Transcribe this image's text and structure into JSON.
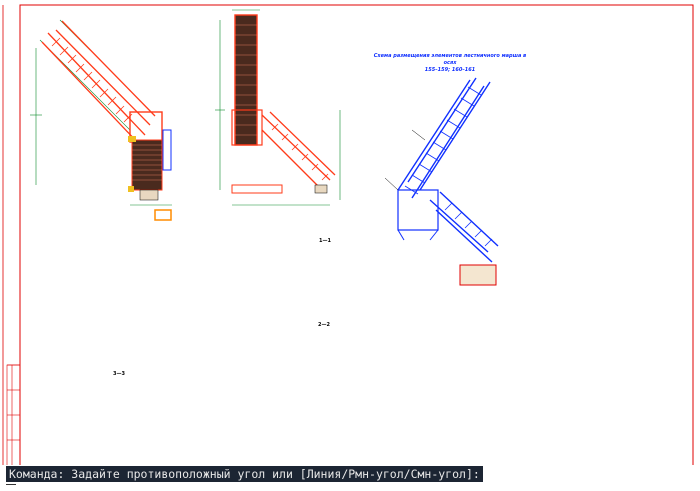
{
  "command_line": {
    "prompt": "Команда: Задайте противоположный угол или [Линия/Рмн-угол/Смн-угол]:"
  },
  "drawing": {
    "title_line1": "Схема размещения элементов лестничного марша в осях",
    "title_line2": "155–159; 160–161",
    "section_labels": [
      "1—1",
      "2—2",
      "3—3"
    ]
  },
  "colors": {
    "frame": "#e00000",
    "steel": "#ff3b1a",
    "grating": "#4a2a1e",
    "dimension": "#0a8a2a",
    "iso_model": "#1030ff",
    "table_lines": "#e00000",
    "command_bg": "#1c2533"
  }
}
